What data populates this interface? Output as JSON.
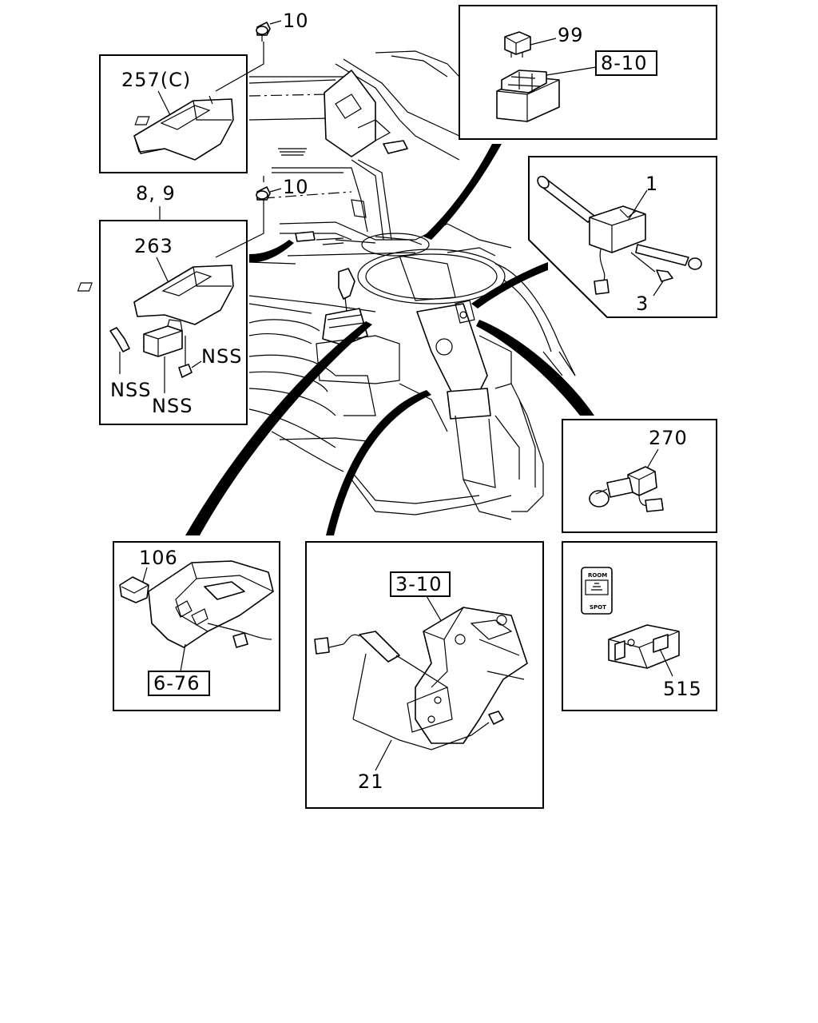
{
  "labels": {
    "bolt_10_top": "10",
    "switch_257c": "257(C)",
    "relay_99": "99",
    "ref_8_10": "8-10",
    "ref_89": "8, 9",
    "bolt_10_mid": "10",
    "combo_switch_1": "1",
    "screw_3": "3",
    "switch_263": "263",
    "nss_right": "NSS",
    "nss_left": "NSS",
    "nss_bottom": "NSS",
    "switch_270": "270",
    "item_106": "106",
    "ref_6_76": "6-76",
    "ref_3_10": "3-10",
    "sensor_21": "21",
    "switch_515": "515",
    "room_text": "ROOM",
    "spot_text": "SPOT"
  }
}
